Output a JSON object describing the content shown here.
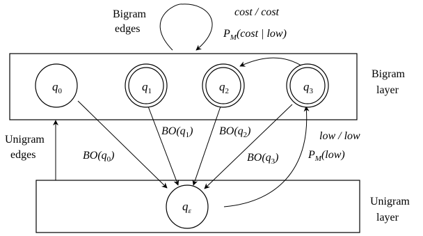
{
  "layers": {
    "bigram": {
      "line1": "Bigram",
      "line2": "layer"
    },
    "unigram": {
      "line1": "Unigram",
      "line2": "layer"
    }
  },
  "edge_groups": {
    "bigram": {
      "line1": "Bigram",
      "line2": "edges"
    },
    "unigram": {
      "line1": "Unigram",
      "line2": "edges"
    }
  },
  "states": {
    "q0": {
      "base": "q",
      "sub": "0"
    },
    "q1": {
      "base": "q",
      "sub": "1"
    },
    "q2": {
      "base": "q",
      "sub": "2"
    },
    "q3": {
      "base": "q",
      "sub": "3"
    },
    "qe": {
      "base": "q",
      "sub": "ε"
    }
  },
  "backoff_labels": {
    "bo0": {
      "pre": "BO(",
      "base": "q",
      "sub": "0",
      "post": ")"
    },
    "bo1": {
      "pre": "BO(",
      "base": "q",
      "sub": "1",
      "post": ")"
    },
    "bo2": {
      "pre": "BO(",
      "base": "q",
      "sub": "2",
      "post": ")"
    },
    "bo3": {
      "pre": "BO(",
      "base": "q",
      "sub": "3",
      "post": ")"
    }
  },
  "arc_labels": {
    "cost": {
      "line1": "cost / cost",
      "p": "P",
      "sub": "M",
      "rest": "(cost | low)"
    },
    "low": {
      "line1": "low / low",
      "p": "P",
      "sub": "M",
      "rest": "(low)"
    }
  }
}
